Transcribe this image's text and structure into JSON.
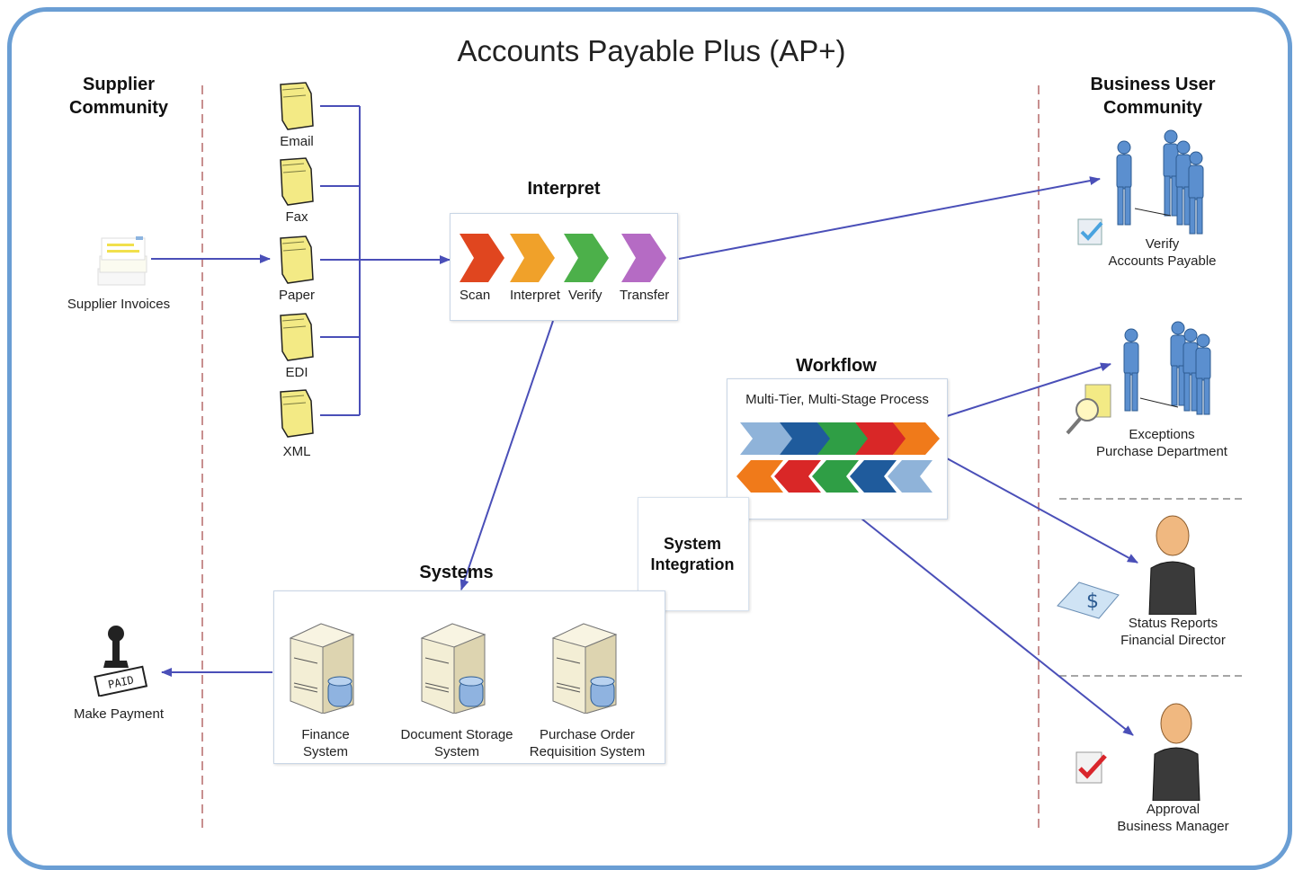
{
  "title": "Accounts Payable Plus (AP+)",
  "supplier_community": {
    "heading_line1": "Supplier",
    "heading_line2": "Community",
    "invoices_label": "Supplier Invoices"
  },
  "channels": [
    "Email",
    "Fax",
    "Paper",
    "EDI",
    "XML"
  ],
  "interpret": {
    "heading": "Interpret",
    "steps": [
      {
        "label": "Scan",
        "color": "#e0461f"
      },
      {
        "label": "Interpret",
        "color": "#f0a12a"
      },
      {
        "label": "Verify",
        "color": "#4cb04a"
      },
      {
        "label": "Transfer",
        "color": "#b56bc4"
      }
    ]
  },
  "workflow": {
    "heading": "Workflow",
    "subtitle": "Multi-Tier, Multi-Stage Process",
    "row1_colors": [
      "#8fb3d9",
      "#1f5b9c",
      "#2f9e45",
      "#d92727",
      "#f07a1a"
    ],
    "row2_colors": [
      "#f07a1a",
      "#d92727",
      "#2f9e45",
      "#1f5b9c",
      "#8fb3d9"
    ]
  },
  "system_integration": {
    "line1": "System",
    "line2": "Integration"
  },
  "systems": {
    "heading": "Systems",
    "items": [
      {
        "line1": "Finance",
        "line2": "System"
      },
      {
        "line1": "Document Storage",
        "line2": "System"
      },
      {
        "line1": "Purchase Order",
        "line2": "Requisition System"
      }
    ]
  },
  "make_payment": {
    "label": "Make Payment",
    "stamp_text": "PAID"
  },
  "business_user": {
    "heading_line1": "Business User",
    "heading_line2": "Community",
    "groups": [
      {
        "line1": "Verify",
        "line2": "Accounts Payable"
      },
      {
        "line1": "Exceptions",
        "line2": "Purchase Department"
      },
      {
        "line1": "Status Reports",
        "line2": "Financial Director"
      },
      {
        "line1": "Approval",
        "line2": "Business Manager"
      }
    ]
  },
  "colors": {
    "frame": "#6a9ed4",
    "arrow": "#4a4fb8",
    "divider": "#b56a6a",
    "doc_yellow": "#f3ea85",
    "person_blue": "#5b8fcf",
    "person_dark": "#3a3a3a"
  }
}
